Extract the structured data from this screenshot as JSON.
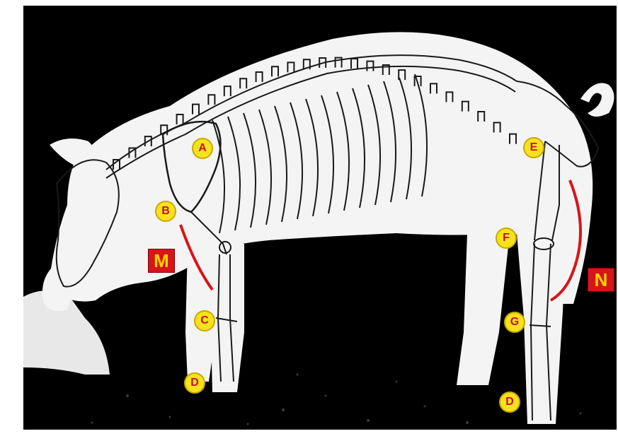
{
  "image": {
    "subject": "pig-skeleton-overlay",
    "background_color": "#000000",
    "body_color": "#f4f4f4",
    "bone_outline_color": "#1a1a1a",
    "marker_fill": "#f7e21b",
    "marker_text_color": "#c8102e",
    "region_fill": "#d7141a",
    "region_text_color": "#ffd200",
    "arc_color": "#d7141a"
  },
  "markers": {
    "a": "A",
    "b": "B",
    "c": "C",
    "d_front": "D",
    "e": "E",
    "f": "F",
    "g": "G",
    "d_rear": "D"
  },
  "regions": {
    "m": "M",
    "n": "N"
  }
}
